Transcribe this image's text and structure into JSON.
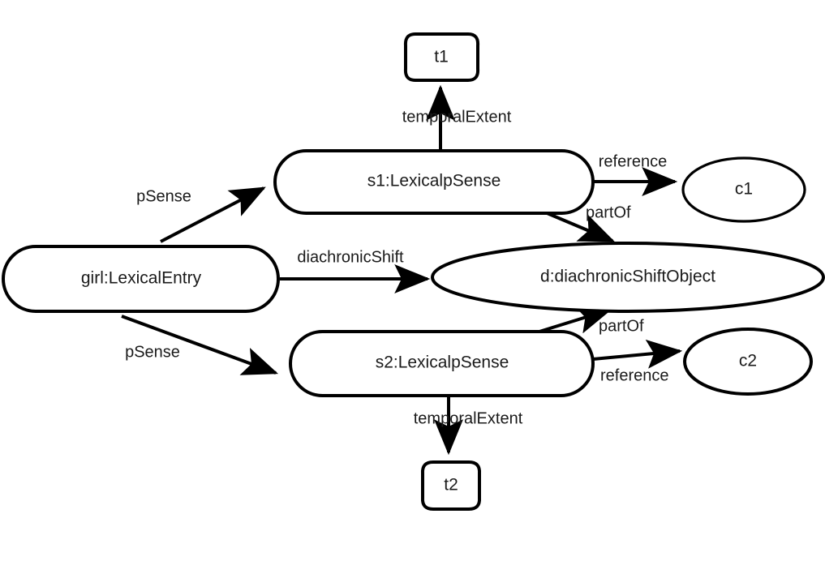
{
  "diagram": {
    "title": "Diachronic shift lexical entry object diagram",
    "background_color": "#ffffff",
    "stroke_color": "#000000",
    "text_color": "#1a1a1a",
    "nodes": [
      {
        "id": "t1",
        "label": "t1",
        "shape": "rounded-box"
      },
      {
        "id": "s1",
        "label": "s1:LexicalpSense",
        "shape": "stadium"
      },
      {
        "id": "c1",
        "label": "c1",
        "shape": "ellipse"
      },
      {
        "id": "girl",
        "label": "girl:LexicalEntry",
        "shape": "stadium"
      },
      {
        "id": "d",
        "label": "d:diachronicShiftObject",
        "shape": "ellipse"
      },
      {
        "id": "s2",
        "label": "s2:LexicalpSense",
        "shape": "stadium"
      },
      {
        "id": "c2",
        "label": "c2",
        "shape": "ellipse"
      },
      {
        "id": "t2",
        "label": "t2",
        "shape": "rounded-box"
      }
    ],
    "edges": [
      {
        "id": "e1",
        "from": "s1",
        "to": "t1",
        "label": "temporalExtent"
      },
      {
        "id": "e2",
        "from": "girl",
        "to": "s1",
        "label": "pSense"
      },
      {
        "id": "e3",
        "from": "s1",
        "to": "c1",
        "label": "reference"
      },
      {
        "id": "e4",
        "from": "s1",
        "to": "d",
        "label": "partOf"
      },
      {
        "id": "e5",
        "from": "girl",
        "to": "d",
        "label": "diachronicShift"
      },
      {
        "id": "e6",
        "from": "girl",
        "to": "s2",
        "label": "pSense"
      },
      {
        "id": "e7",
        "from": "s2",
        "to": "d",
        "label": "partOf"
      },
      {
        "id": "e8",
        "from": "s2",
        "to": "c2",
        "label": "reference"
      },
      {
        "id": "e9",
        "from": "s2",
        "to": "t2",
        "label": "temporalExtent"
      }
    ]
  }
}
